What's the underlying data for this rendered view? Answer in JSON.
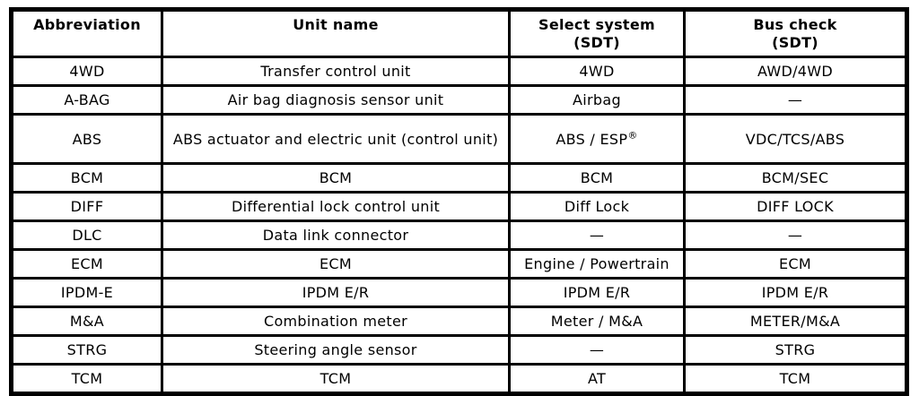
{
  "table": {
    "columns": [
      {
        "label": "Abbreviation"
      },
      {
        "label": "Unit name"
      },
      {
        "label": "Select system\n(SDT)"
      },
      {
        "label": "Bus check\n(SDT)"
      }
    ],
    "rows": [
      [
        "4WD",
        "Transfer control unit",
        "4WD",
        "AWD/4WD"
      ],
      [
        "A-BAG",
        "Air bag diagnosis sensor unit",
        "Airbag",
        "—"
      ],
      [
        "ABS",
        "ABS actuator and electric unit (control unit)",
        "ABS / ESP®",
        "VDC/TCS/ABS"
      ],
      [
        "BCM",
        "BCM",
        "BCM",
        "BCM/SEC"
      ],
      [
        "DIFF",
        "Differential lock control unit",
        "Diff Lock",
        "DIFF LOCK"
      ],
      [
        "DLC",
        "Data link connector",
        "—",
        "—"
      ],
      [
        "ECM",
        "ECM",
        "Engine / Powertrain",
        "ECM"
      ],
      [
        "IPDM-E",
        "IPDM E/R",
        "IPDM E/R",
        "IPDM E/R"
      ],
      [
        "M&A",
        "Combination meter",
        "Meter / M&A",
        "METER/M&A"
      ],
      [
        "STRG",
        "Steering angle sensor",
        "—",
        "STRG"
      ],
      [
        "TCM",
        "TCM",
        "AT",
        "TCM"
      ]
    ],
    "border_color": "#000000",
    "background_color": "#ffffff"
  }
}
